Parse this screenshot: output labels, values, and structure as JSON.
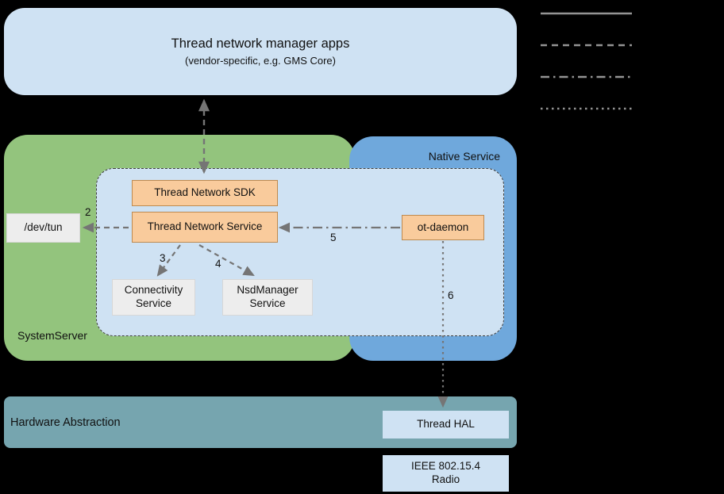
{
  "apps_box": {
    "title": "Thread network manager apps",
    "subtitle": "(vendor-specific, e.g. GMS Core)"
  },
  "sections": {
    "system_server": "SystemServer",
    "native_service": "Native Service",
    "hardware_abstraction": "Hardware Abstraction"
  },
  "nodes": {
    "thread_network_sdk": "Thread Network SDK",
    "thread_network_service": "Thread Network Service",
    "ot_daemon": "ot-daemon",
    "dev_tun": "/dev/tun",
    "connectivity_service": "Connectivity\nService",
    "nsd_manager_service": "NsdManager\nService",
    "thread_hal": "Thread HAL",
    "ieee_radio": "IEEE 802.15.4\nRadio"
  },
  "arrow_labels": {
    "arrow2": "2",
    "arrow3": "3",
    "arrow4": "4",
    "arrow5": "5",
    "arrow6": "6"
  },
  "legend": {
    "line_styles": [
      "solid",
      "dashed",
      "dash-dot",
      "dotted"
    ]
  },
  "colors": {
    "page_bg": "#000000",
    "light_blue": "#cfe2f3",
    "green": "#93c47d",
    "blue": "#6fa8dc",
    "orange": "#f9cb9c",
    "gray_box": "#ededed",
    "teal": "#76a5af",
    "arrow_gray": "#757575",
    "legend_gray": "#949494"
  }
}
